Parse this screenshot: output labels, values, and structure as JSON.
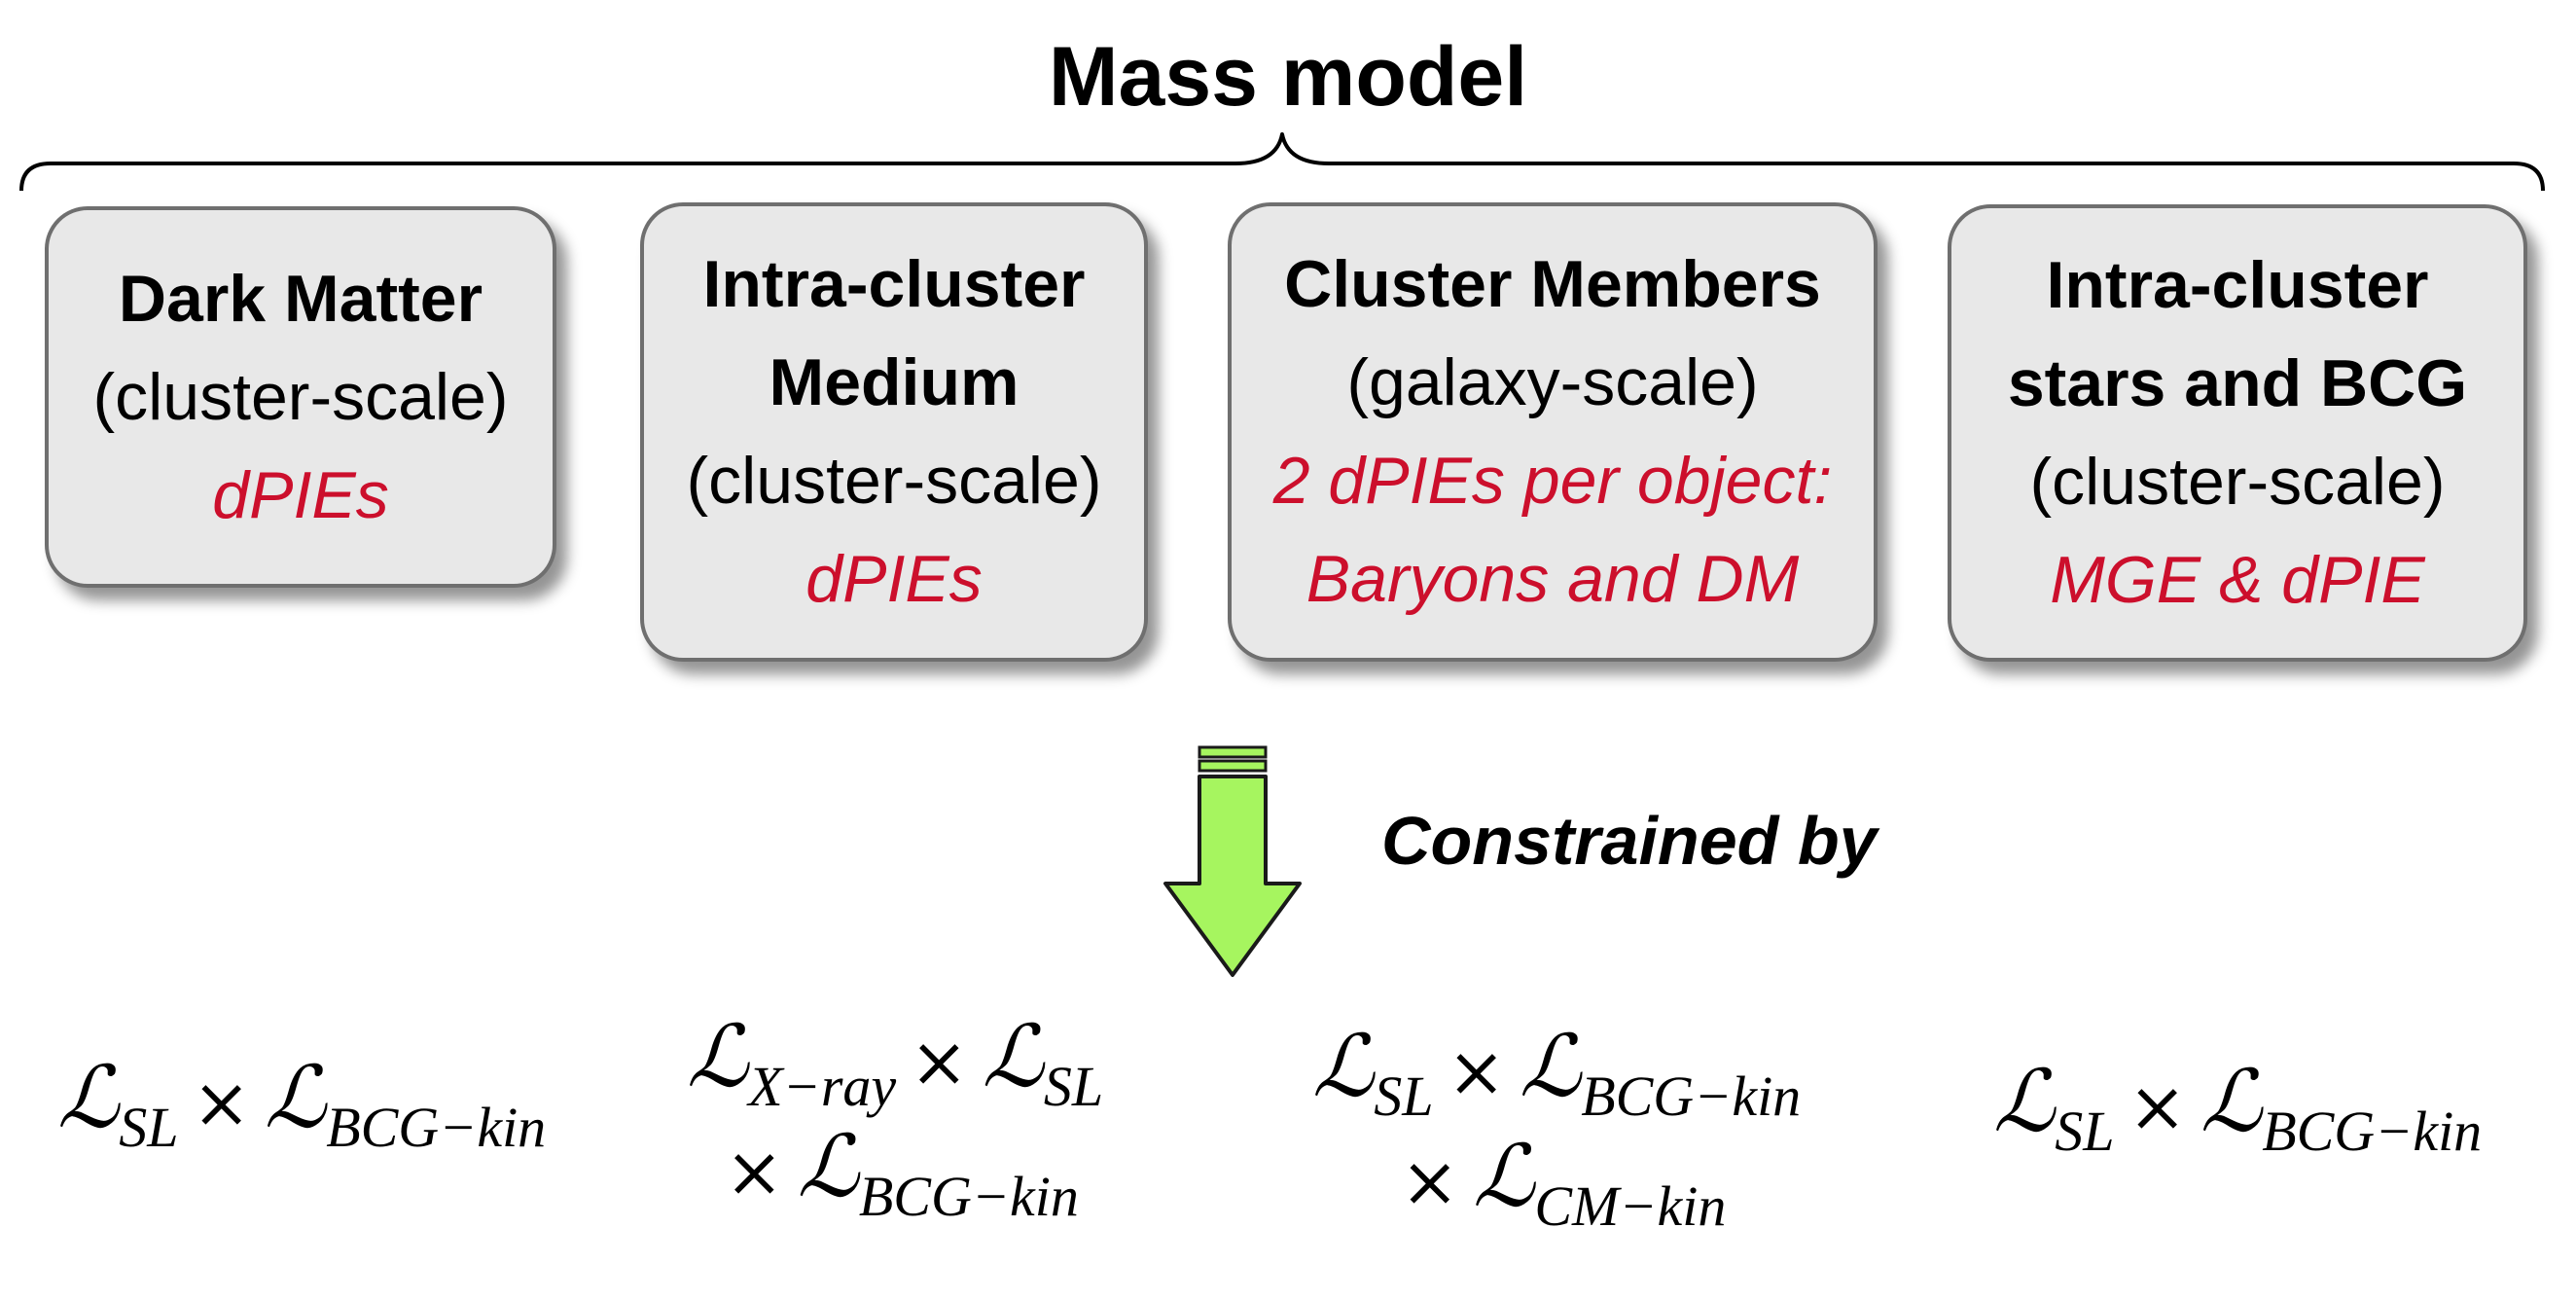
{
  "title": "Mass model",
  "boxes": [
    {
      "lines": [
        {
          "text": "Dark Matter",
          "style": "bold"
        },
        {
          "text": "(cluster-scale)",
          "style": "normal"
        },
        {
          "text": "dPIEs",
          "style": "red"
        }
      ]
    },
    {
      "lines": [
        {
          "text": "Intra-cluster",
          "style": "bold"
        },
        {
          "text": "Medium",
          "style": "bold"
        },
        {
          "text": "(cluster-scale)",
          "style": "normal"
        },
        {
          "text": "dPIEs",
          "style": "red"
        }
      ]
    },
    {
      "lines": [
        {
          "text": "Cluster Members",
          "style": "bold"
        },
        {
          "text": "(galaxy-scale)",
          "style": "normal"
        },
        {
          "text": "2 dPIEs per object:",
          "style": "red"
        },
        {
          "text": "Baryons and DM",
          "style": "red"
        }
      ]
    },
    {
      "lines": [
        {
          "text": "Intra-cluster",
          "style": "bold"
        },
        {
          "text": "stars and BCG",
          "style": "bold"
        },
        {
          "text": "(cluster-scale)",
          "style": "normal"
        },
        {
          "text": "MGE & dPIE",
          "style": "red"
        }
      ]
    }
  ],
  "arrow_label": "Constrained by",
  "formula_symbol": "ℒ",
  "formula_operator": "×",
  "formulas": [
    {
      "lines": [
        [
          {
            "sub": "SL"
          },
          {
            "sub": "BCG−kin"
          }
        ]
      ]
    },
    {
      "lines": [
        [
          {
            "sub": "X−ray"
          },
          {
            "sub": "SL"
          }
        ],
        [
          {
            "lead": true
          },
          {
            "sub": "BCG−kin"
          }
        ]
      ]
    },
    {
      "lines": [
        [
          {
            "sub": "SL"
          },
          {
            "sub": "BCG−kin"
          }
        ],
        [
          {
            "lead": true
          },
          {
            "sub": "CM−kin"
          }
        ]
      ]
    },
    {
      "lines": [
        [
          {
            "sub": "SL"
          },
          {
            "sub": "BCG−kin"
          }
        ]
      ]
    }
  ],
  "colors": {
    "box_fill": "#e8e8e8",
    "box_border": "#6f6f6f",
    "label_red": "#cc0f2c",
    "arrow_fill": "#a6f55f",
    "arrow_stroke": "#1a1a1a"
  }
}
